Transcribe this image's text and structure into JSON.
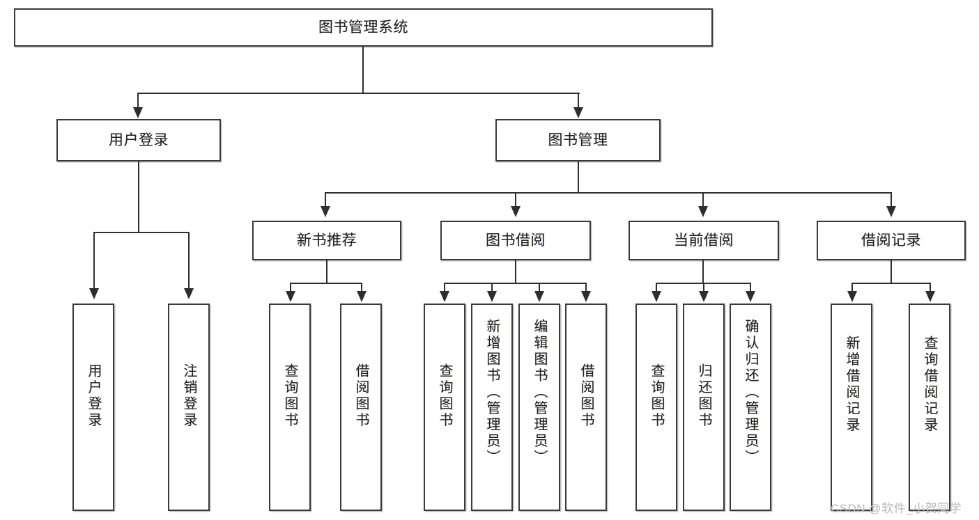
{
  "diagram": {
    "title": "图书管理系统",
    "type": "functional-structure-tree",
    "root": {
      "id": "root",
      "label": "图书管理系统"
    },
    "level2": [
      {
        "id": "user-login",
        "label": "用户登录"
      },
      {
        "id": "book-manage",
        "label": "图书管理"
      }
    ],
    "level3": [
      {
        "id": "new-book-recommend",
        "label": "新书推荐",
        "parent": "book-manage"
      },
      {
        "id": "book-borrow",
        "label": "图书借阅",
        "parent": "book-manage"
      },
      {
        "id": "current-borrow",
        "label": "当前借阅",
        "parent": "book-manage"
      },
      {
        "id": "borrow-record",
        "label": "借阅记录",
        "parent": "book-manage"
      }
    ],
    "leaves": [
      {
        "id": "leaf-user-login",
        "label": "用户登录",
        "parent": "user-login"
      },
      {
        "id": "leaf-user-logout",
        "label": "注销登录",
        "parent": "user-login"
      },
      {
        "id": "leaf-query-book-1",
        "label": "查询图书",
        "parent": "new-book-recommend"
      },
      {
        "id": "leaf-borrow-book-1",
        "label": "借阅图书",
        "parent": "new-book-recommend"
      },
      {
        "id": "leaf-query-book-2",
        "label": "查询图书",
        "parent": "book-borrow"
      },
      {
        "id": "leaf-add-book",
        "label": "新增图书（管理员）",
        "parent": "book-borrow"
      },
      {
        "id": "leaf-edit-book",
        "label": "编辑图书（管理员）",
        "parent": "book-borrow"
      },
      {
        "id": "leaf-borrow-book-2",
        "label": "借阅图书",
        "parent": "book-borrow"
      },
      {
        "id": "leaf-query-book-3",
        "label": "查询图书",
        "parent": "current-borrow"
      },
      {
        "id": "leaf-return-book",
        "label": "归还图书",
        "parent": "current-borrow"
      },
      {
        "id": "leaf-confirm-return",
        "label": "确认归还（管理员）",
        "parent": "current-borrow"
      },
      {
        "id": "leaf-add-record",
        "label": "新增借阅记录",
        "parent": "borrow-record"
      },
      {
        "id": "leaf-query-record",
        "label": "查询借阅记录",
        "parent": "borrow-record"
      }
    ]
  },
  "watermark": {
    "text": "CSDN @软件_小贺同学"
  },
  "colors": {
    "box_border": "#3a3a3a",
    "connector": "#2e2e2e",
    "background": "#ffffff",
    "text": "#1f1f1f",
    "watermark": "#b9b9b9"
  }
}
